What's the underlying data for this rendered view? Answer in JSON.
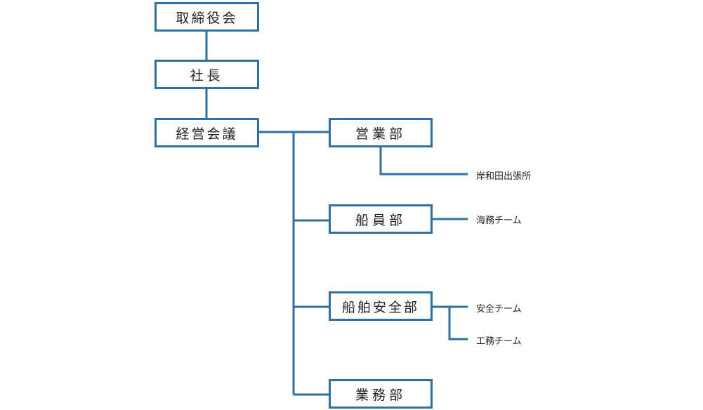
{
  "org_chart": {
    "board": "取締役会",
    "president": "社長",
    "management_meeting": "経営会議",
    "sales_dept": "営業部",
    "crew_dept": "船員部",
    "ship_safety_dept": "船舶安全部",
    "business_dept": "業務部",
    "kishiwada_office": "岸和田出張所",
    "marine_team": "海務チーム",
    "safety_team": "安全チーム",
    "engineering_team": "工務チーム"
  },
  "colors": {
    "line": "#2e6fa6",
    "box_border": "#2e6fa6",
    "text": "#222222"
  }
}
